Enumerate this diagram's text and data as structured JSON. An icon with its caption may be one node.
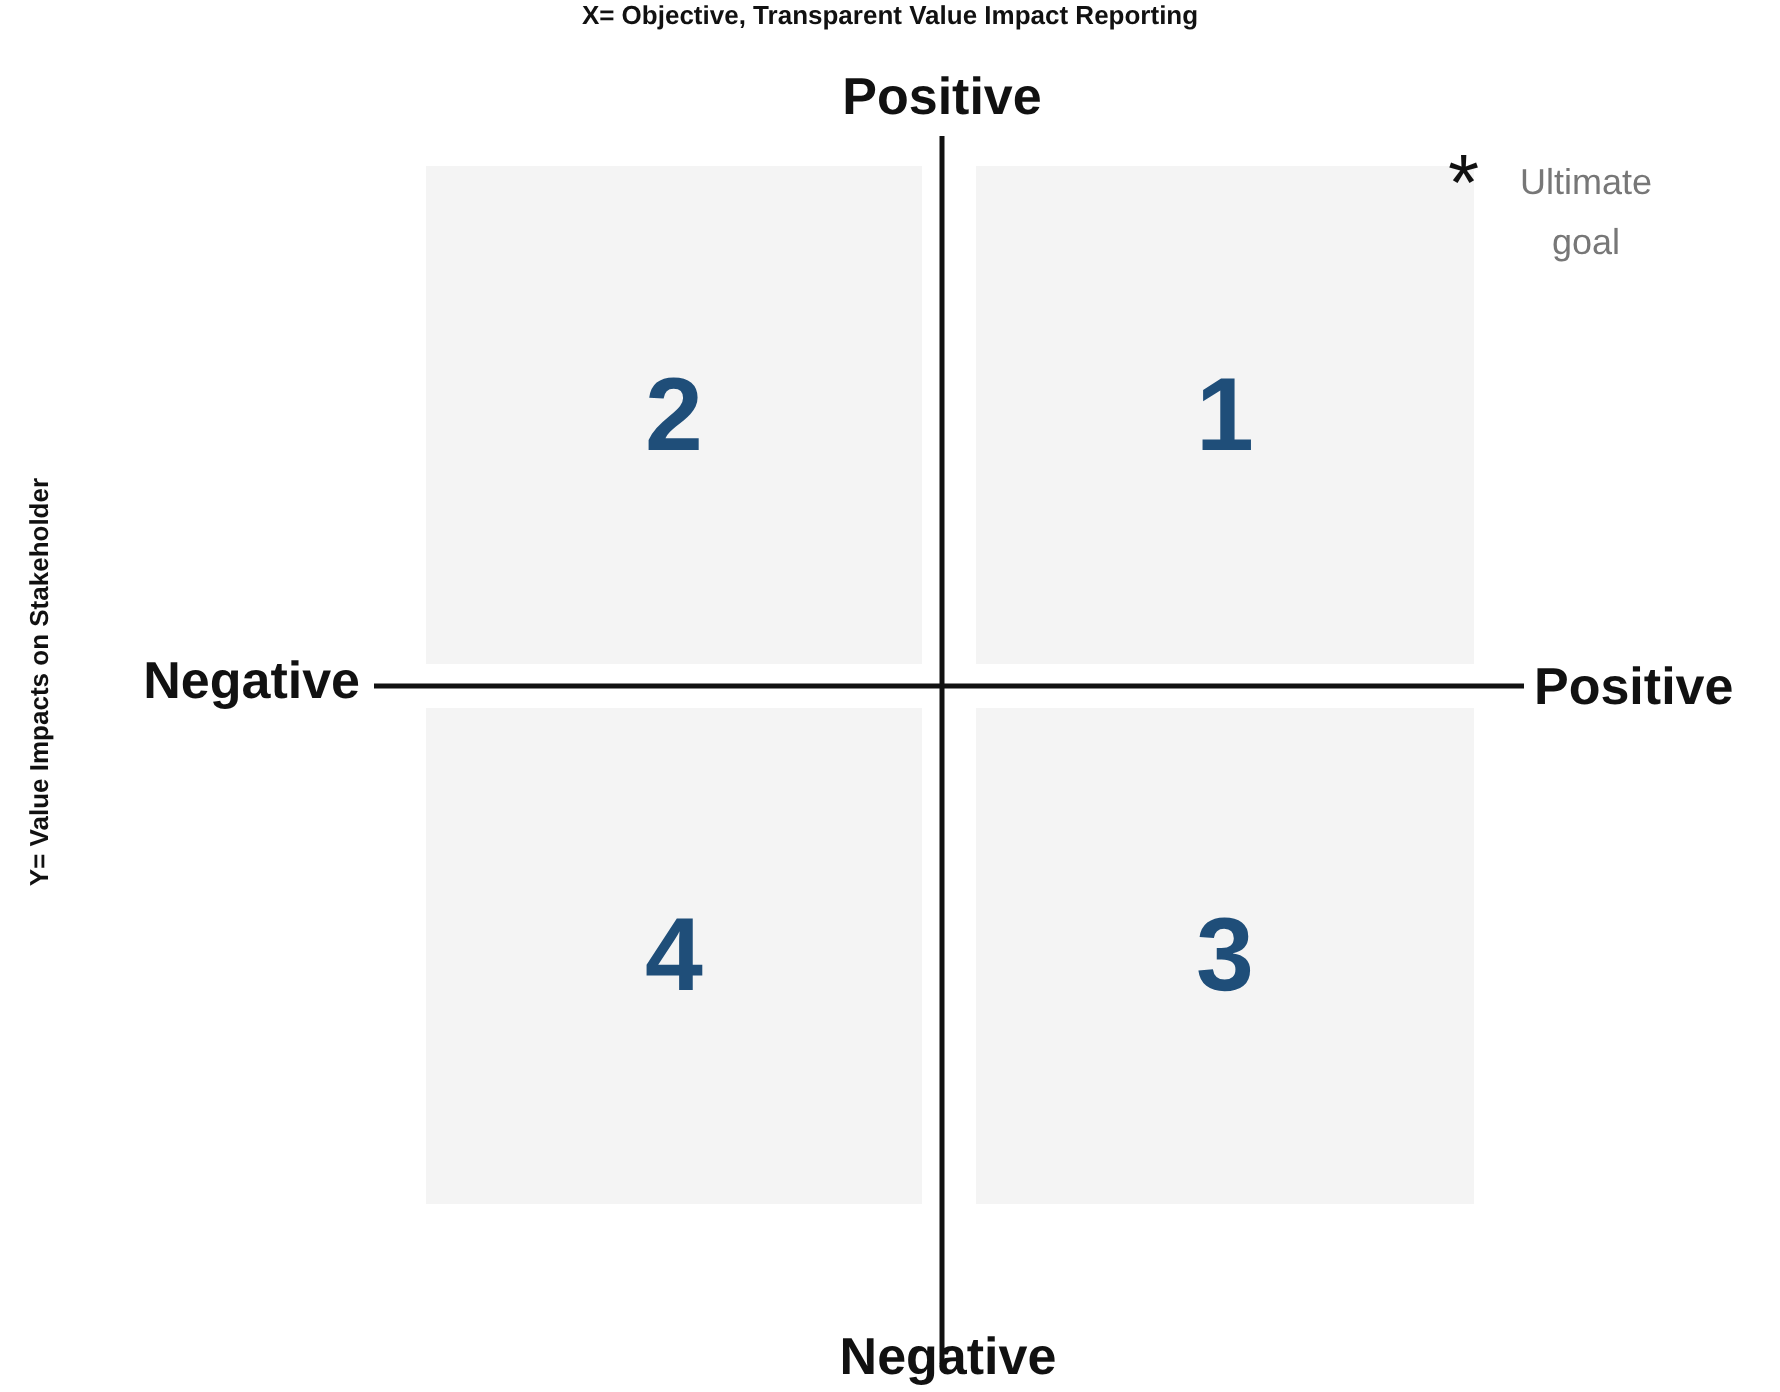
{
  "diagram": {
    "title": "X= Objective, Transparent Value Impact Reporting",
    "nodes": [
      {
        "text": [
          "2"
        ]
      },
      {
        "text": [
          "1"
        ]
      },
      {
        "text": [
          "4"
        ]
      },
      {
        "text": [
          "3"
        ]
      }
    ],
    "labels": [
      "Positive",
      "*",
      "Ultimate goal",
      "Y= Value Impacts on Stakeholder",
      "Negative",
      "Positive",
      "Negative"
    ]
  }
}
